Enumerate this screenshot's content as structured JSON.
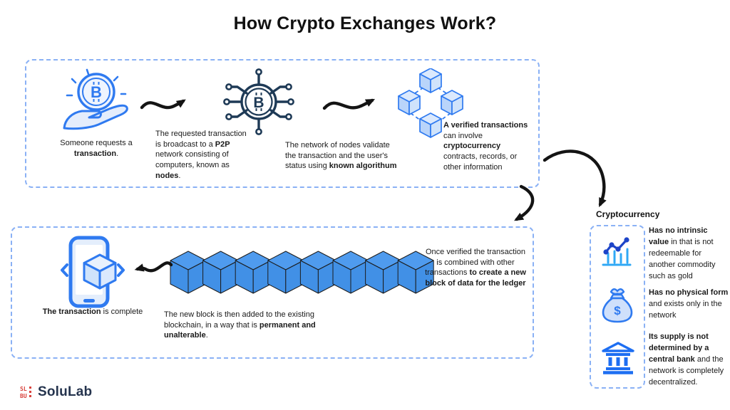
{
  "title": "How Crypto Exchanges Work?",
  "flow": {
    "step1": {
      "s1": "Someone requests a ",
      "b1": "transaction",
      "s2": "."
    },
    "step2": {
      "s1": "The requested transaction is broadcast to a ",
      "b1": "P2P",
      "s2": " network consisting of computers, known as ",
      "b2": "nodes",
      "s3": "."
    },
    "step3": {
      "s1": "The network of nodes validate the transaction and the user's status using ",
      "b1": "known algorithum"
    },
    "step4": {
      "b1": "A verified transactions",
      "s1": " can involve ",
      "b2": "cryptocurrency",
      "s2": " contracts, records, or other information"
    },
    "step5": {
      "b1": "The transaction",
      "s1": " is complete"
    },
    "step6": {
      "s1": "The new block is then added to the existing blockchain, in a way that is ",
      "b1": "permanent and unalterable",
      "s2": "."
    },
    "step7": {
      "s1": "Once verified the transaction is combined with other transactions ",
      "b1": "to create a new block of data for the ledger"
    }
  },
  "sidebar": {
    "header": "Cryptocurrency",
    "items": [
      {
        "b1": "Has no intrinsic value",
        "s1": " in that is not redeemable for another commodity such as gold"
      },
      {
        "b1": "Has no physical form",
        "s1": " and exists only in the network"
      },
      {
        "b1": "Its supply is not determined by a central bank",
        "s1": " and the network is completely decentralized."
      }
    ]
  },
  "logo": {
    "brand": "SoluLab"
  },
  "icons": {
    "step1": "hand-holding-bitcoin-icon",
    "step2": "bitcoin-network-nodes-icon",
    "step3": "linked-cubes-icon",
    "step5": "phone-with-block-icon",
    "sidebar1": "chart-growth-icon",
    "sidebar2": "money-bag-icon",
    "sidebar3": "bank-icon"
  },
  "colors": {
    "accent_blue": "#2f7af0",
    "dashed_border": "#8ab1f5",
    "cube_blue": "#4793e8",
    "dark_navy": "#1e3a56",
    "bank_blue": "#1d6ef2",
    "logo_red": "#d8423c",
    "arrow_black": "#141414"
  }
}
